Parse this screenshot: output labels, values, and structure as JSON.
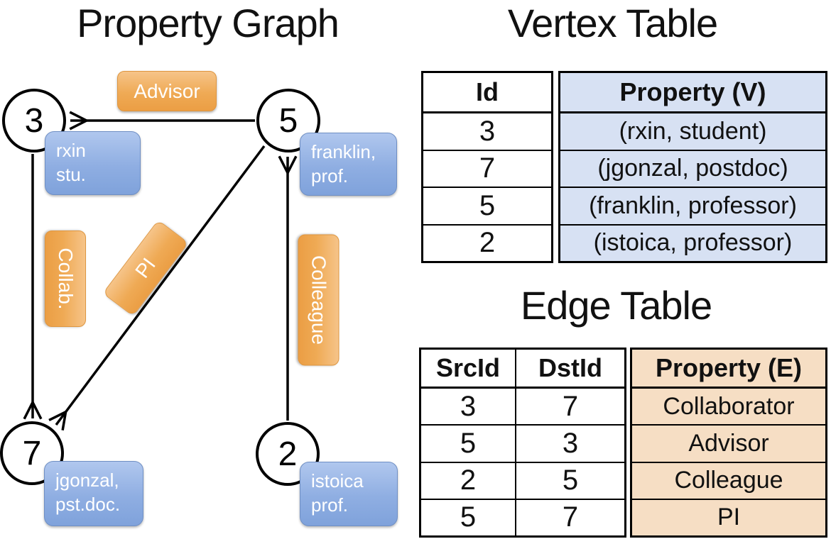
{
  "titles": {
    "graph": "Property Graph",
    "vertex_table": "Vertex Table",
    "edge_table": "Edge Table"
  },
  "graph": {
    "vertices": [
      {
        "id": "3",
        "label_line1": "rxin",
        "label_line2": "stu."
      },
      {
        "id": "5",
        "label_line1": "franklin,",
        "label_line2": "prof."
      },
      {
        "id": "7",
        "label_line1": "jgonzal,",
        "label_line2": "pst.doc."
      },
      {
        "id": "2",
        "label_line1": "istoica",
        "label_line2": "prof."
      }
    ],
    "edge_labels": {
      "advisor": "Advisor",
      "collab": "Collab.",
      "pi": "PI",
      "colleague": "Colleague"
    }
  },
  "vertex_table": {
    "headers": {
      "id": "Id",
      "property": "Property (V)"
    },
    "rows": [
      {
        "id": "3",
        "property": "(rxin, student)"
      },
      {
        "id": "7",
        "property": "(jgonzal, postdoc)"
      },
      {
        "id": "5",
        "property": "(franklin, professor)"
      },
      {
        "id": "2",
        "property": "(istoica, professor)"
      }
    ]
  },
  "edge_table": {
    "headers": {
      "src": "SrcId",
      "dst": "DstId",
      "property": "Property (E)"
    },
    "rows": [
      {
        "src": "3",
        "dst": "7",
        "property": "Collaborator"
      },
      {
        "src": "5",
        "dst": "3",
        "property": "Advisor"
      },
      {
        "src": "2",
        "dst": "5",
        "property": "Colleague"
      },
      {
        "src": "5",
        "dst": "7",
        "property": "PI"
      }
    ]
  },
  "colors": {
    "edge_label_orange": "#EFAA55",
    "vertex_label_blue": "#8FAEE2",
    "vertex_table_cell_blue": "#D7E1F3",
    "edge_table_cell_tan": "#F6DEC4",
    "line_black": "#000000"
  }
}
